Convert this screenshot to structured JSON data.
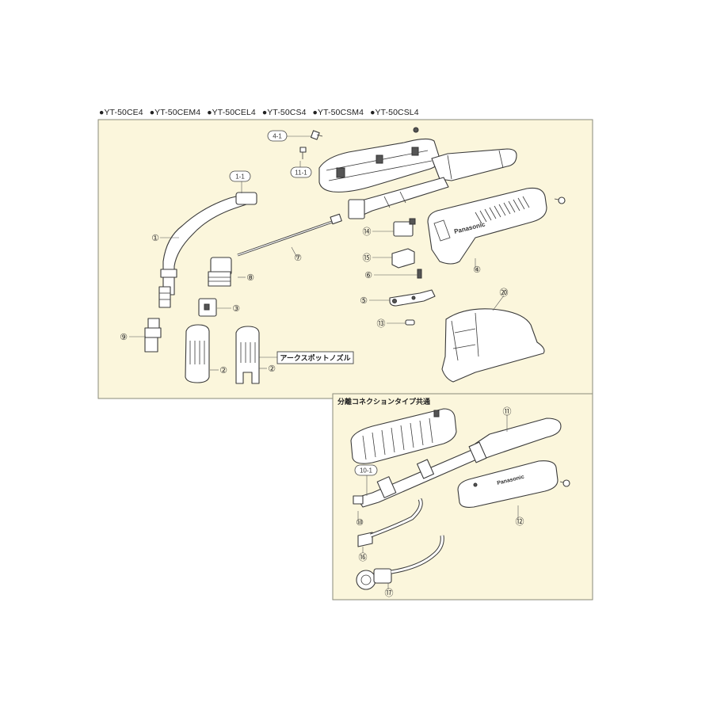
{
  "models": [
    "●YT-50CE4",
    "●YT-50CEM4",
    "●YT-50CEL4",
    "●YT-50CS4",
    "●YT-50CSM4",
    "●YT-50CSL4"
  ],
  "callouts": {
    "c1": "①",
    "c1_1": "1-1",
    "c2a": "②",
    "c2b": "②",
    "c3": "③",
    "c4": "④",
    "c4_1": "4-1",
    "c5": "⑤",
    "c6": "⑥",
    "c7": "⑦",
    "c8": "⑧",
    "c9": "⑨",
    "c10": "⑩",
    "c10_1": "10-1",
    "c11": "⑪",
    "c11_1": "11-1",
    "c12": "⑫",
    "c13": "⑬",
    "c14": "⑭",
    "c15": "⑮",
    "c16": "⑯",
    "c17": "⑰",
    "c20": "⑳"
  },
  "arc_spot_nozzle_label": "アークスポットノズル",
  "separate_connection_label": "分離コネクションタイプ共通",
  "brand": "Panasonic",
  "colors": {
    "panel_bg": "#fbf6dc",
    "panel_border": "#8a8a7a"
  }
}
